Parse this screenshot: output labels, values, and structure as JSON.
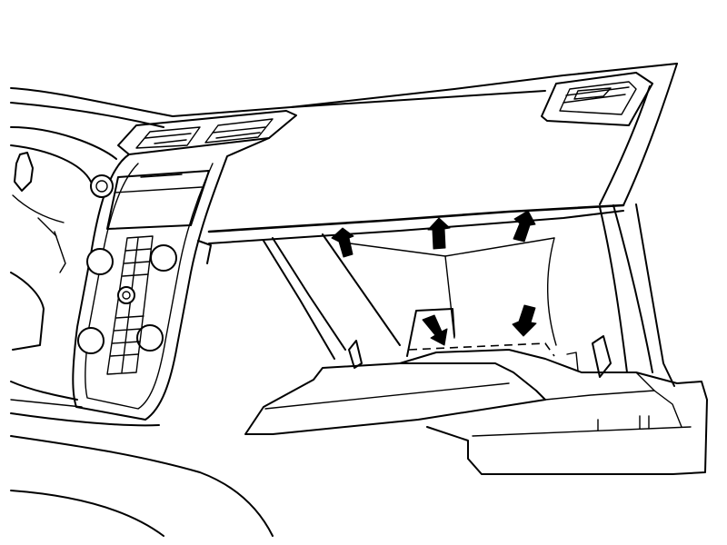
{
  "figure": {
    "background_color": "#ffffff",
    "line_color": "#000000",
    "arrow_color": "#000000",
    "arrows": [
      {
        "id": "arrow-upper-left",
        "direction": "up"
      },
      {
        "id": "arrow-upper-middle",
        "direction": "up"
      },
      {
        "id": "arrow-upper-right",
        "direction": "up"
      },
      {
        "id": "arrow-lower-left",
        "direction": "down"
      },
      {
        "id": "arrow-lower-right",
        "direction": "down"
      }
    ]
  }
}
